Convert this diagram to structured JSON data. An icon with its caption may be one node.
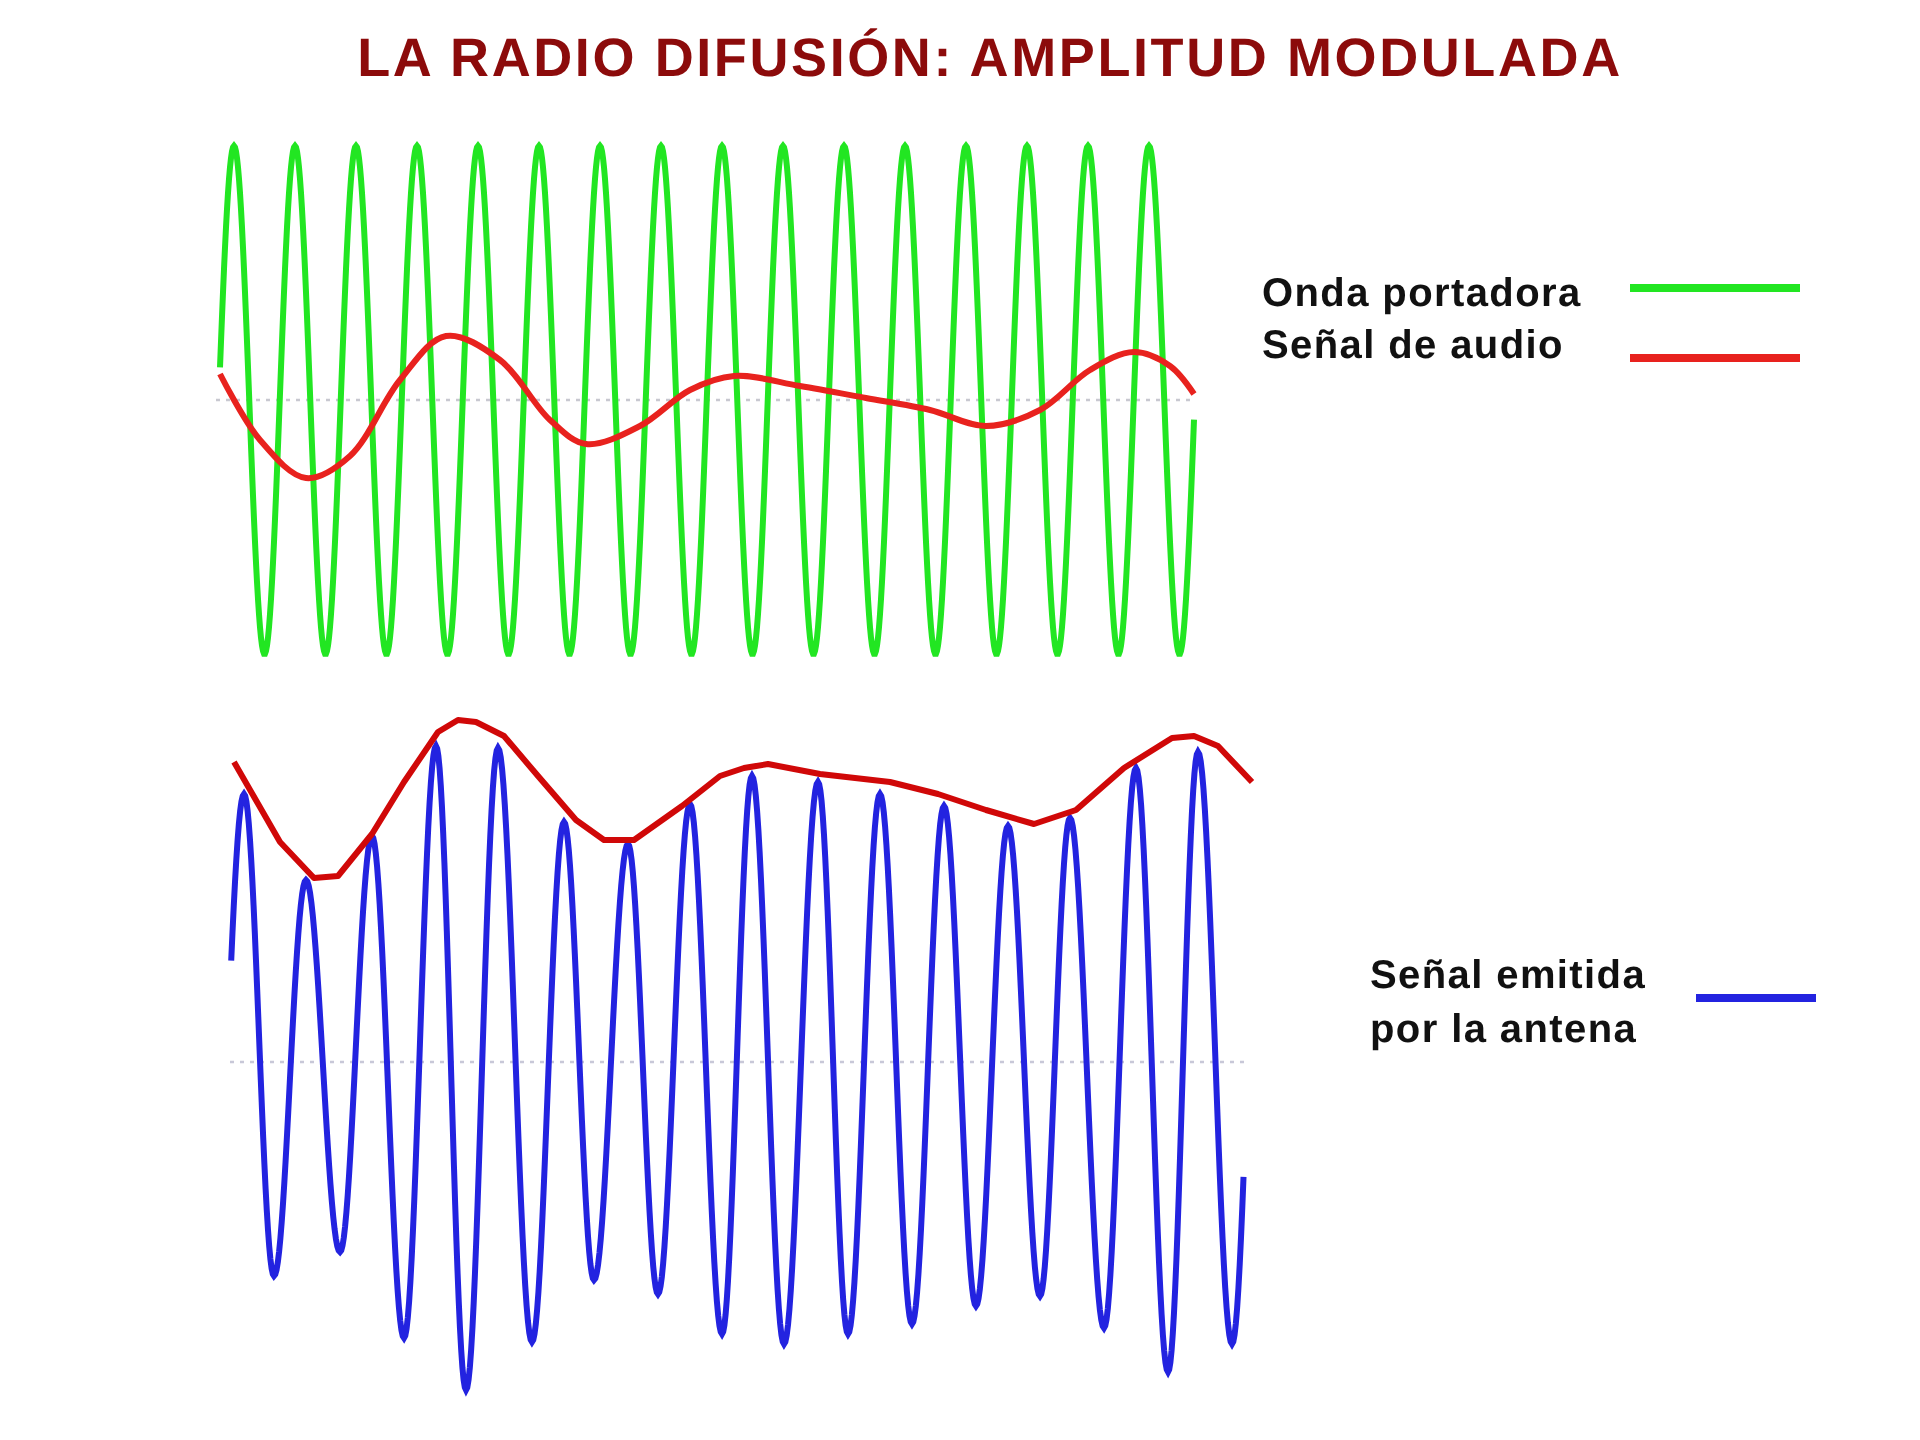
{
  "diagram": {
    "title": "LA RADIO DIFUSIÓN: AMPLITUD MODULADA",
    "legend": [
      {
        "text": "Onda portadora"
      },
      {
        "text": "Señal de audio"
      },
      {
        "text": "Señal emitida por la antena"
      }
    ]
  }
}
